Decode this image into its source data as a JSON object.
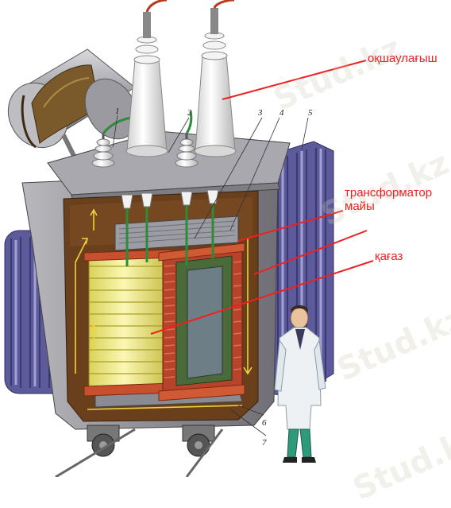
{
  "labels": {
    "insulator": "оқшаулағыш",
    "oil_line1": "трансформатор",
    "oil_line2": "майы",
    "paper": "қағаз"
  },
  "numbers": [
    "1",
    "2",
    "3",
    "4",
    "5",
    "6",
    "7"
  ],
  "watermark": "Stud.kz",
  "colors": {
    "annotation": "#ef2020",
    "tank": "#8f8f94",
    "radiator": "#6a67a8",
    "coil_yellow": "#f1ec8a",
    "coil_copper": "#c8502e",
    "oil_bg": "#6a3f1c",
    "insulator_white": "#eeeeee"
  }
}
